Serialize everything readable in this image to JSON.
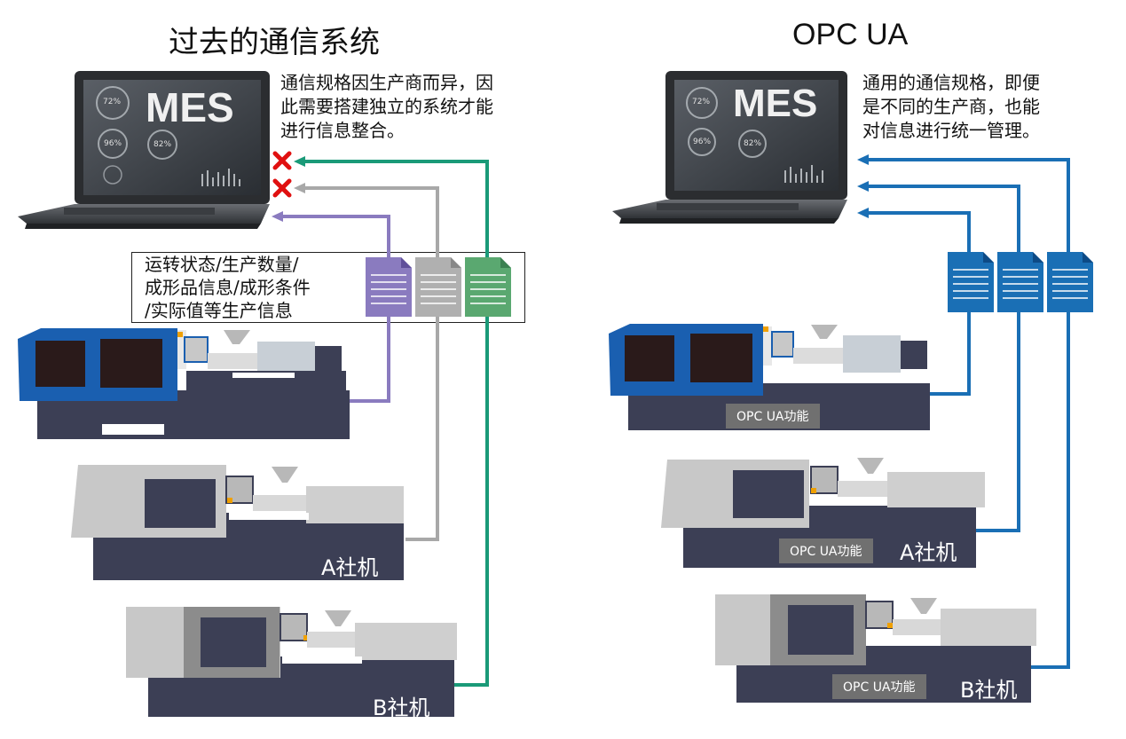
{
  "left": {
    "title": "过去的通信系统",
    "description": [
      "通信规格因生产商而异，因",
      "此需要搭建独立的系统才能",
      "进行信息整合。"
    ],
    "info_lines": [
      "运转状态/生产数量/",
      "成形品信息/成形条件",
      "/实际值等生产信息"
    ],
    "laptop_label": "MES",
    "machine_a_label": "A社机",
    "machine_b_label": "B社机",
    "screen_values": [
      "72%",
      "96%",
      "82%"
    ]
  },
  "right": {
    "title": "OPC UA",
    "description": [
      "通用的通信规格，即便",
      "是不同的生产商，也能",
      "对信息进行统一管理。"
    ],
    "laptop_label": "MES",
    "badge": "OPC UA功能",
    "machine_a_label": "A社机",
    "machine_b_label": "B社机",
    "screen_values": [
      "72%",
      "96%",
      "82%"
    ]
  },
  "colors": {
    "purple": "#8a7bbf",
    "gray": "#a8a8a8",
    "green": "#1a9a78",
    "blue": "#1a6fb5",
    "red": "#e01010",
    "machine_dark": "#3c3f55",
    "machine_light": "#c8c8c8",
    "machine_blue": "#1a5fb0"
  },
  "icons": [
    "mes-laptop-icon",
    "x-mark-icon",
    "document-icon",
    "injection-molding-machine-icon"
  ]
}
